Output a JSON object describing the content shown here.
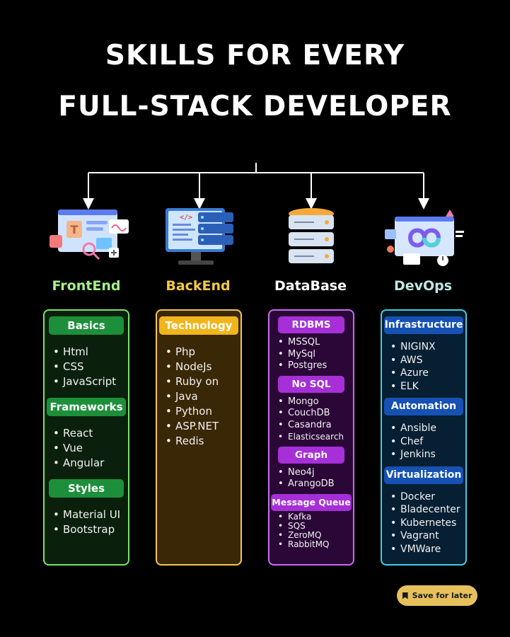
{
  "title": {
    "line1": "SKILLS FOR EVERY",
    "line2": "FULL-STACK DEVELOPER"
  },
  "columns": [
    {
      "title": "FrontEnd",
      "color": "#a6f08a",
      "sections": [
        {
          "heading": "Basics",
          "items": [
            "Html",
            "CSS",
            "JavaScript"
          ]
        },
        {
          "heading": "Frameworks",
          "items": [
            "React",
            "Vue",
            "Angular"
          ]
        },
        {
          "heading": "Styles",
          "items": [
            "Material UI",
            "Bootstrap"
          ]
        }
      ]
    },
    {
      "title": "BackEnd",
      "color": "#f7c848",
      "sections": [
        {
          "heading": "Technology",
          "items": [
            "Php",
            "NodeJs",
            "Ruby on",
            "Java",
            "Python",
            "ASP.NET",
            "Redis"
          ]
        }
      ]
    },
    {
      "title": "DataBase",
      "color": "#ffffff",
      "sections": [
        {
          "heading": "RDBMS",
          "items": [
            "MSSQL",
            "MySql",
            "Postgres"
          ]
        },
        {
          "heading": "No SQL",
          "items": [
            "Mongo",
            "CouchDB",
            "Casandra",
            "Elasticsearch"
          ]
        },
        {
          "heading": "Graph",
          "items": [
            "Neo4j",
            "ArangoDB"
          ]
        },
        {
          "heading": "Message Queue",
          "items": [
            "Kafka",
            "SQS",
            "ZeroMQ",
            "RabbitMQ"
          ]
        }
      ]
    },
    {
      "title": "DevOps",
      "color": "#bfe7e6",
      "sections": [
        {
          "heading": "Infrastructure",
          "items": [
            "NIGINX",
            "AWS",
            "Azure",
            "ELK"
          ]
        },
        {
          "heading": "Automation",
          "items": [
            "Ansible",
            "Chef",
            "Jenkins"
          ]
        },
        {
          "heading": "Virtualization",
          "items": [
            "Docker",
            "Bladecenter",
            "Kubernetes",
            "Vagrant",
            "VMWare"
          ]
        }
      ]
    }
  ],
  "save_button": {
    "label": "Save for later",
    "icon": "bookmark-icon"
  }
}
